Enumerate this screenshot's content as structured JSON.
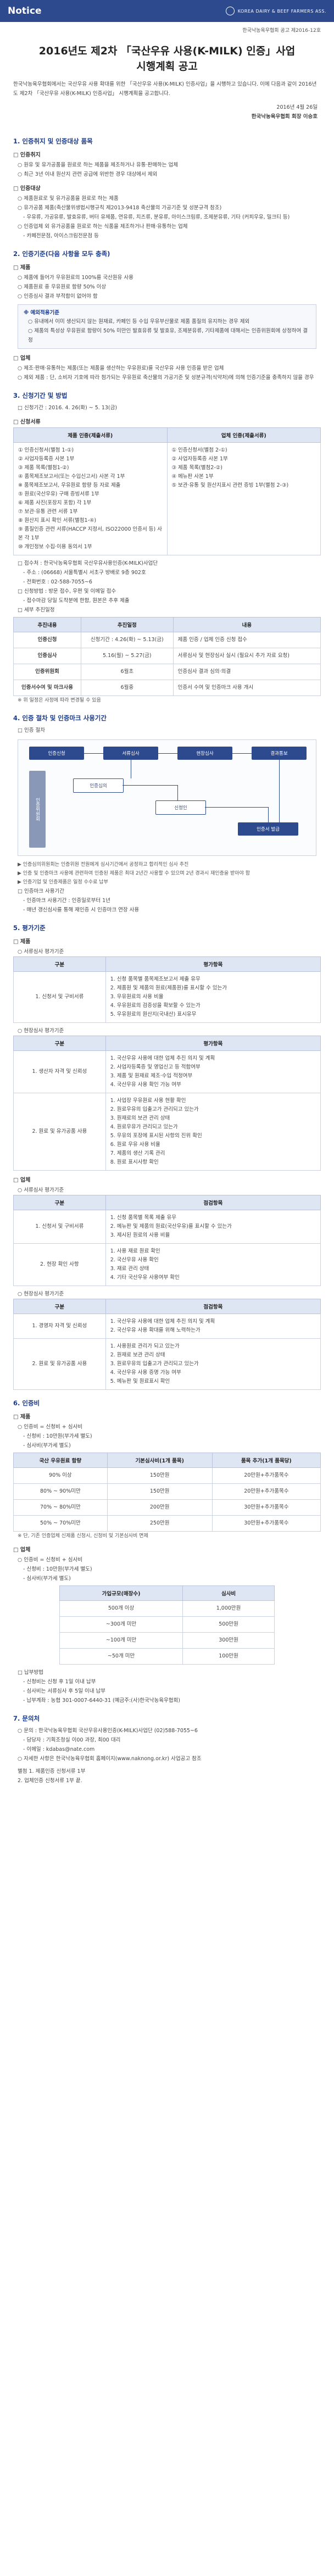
{
  "header": {
    "title": "Notice",
    "brand": "KOREA DAIRY & BEEF FARMERS ASS."
  },
  "meta": {
    "notice_no": "한국낙농육우협회 공고 제2016-12호"
  },
  "title_line1": "2016년도 제2차 「국산우유 사용(K-MILK) 인증」사업",
  "title_line2": "시행계획 공고",
  "intro": "한국낙농육우협회에서는 국산우유 사용 확대를 위한 「국산우유 사용(K-MILK) 인증사업」을 시행하고 있습니다. 이에 다음과 같이 2016년도 제2차 「국산우유 사용(K-MILK) 인증사업」 시행계획을 공고합니다.",
  "sign_date": "2016년 4월 26일",
  "sign_org": "한국낙농육우협회 회장 이승호",
  "s1": {
    "h": "1. 인증취지 및 인증대상 품목",
    "purpose_h": "□ 인증취지",
    "purpose": [
      "○ 원유 및 유가공품을 원료로 하는 제품을 제조하거나 유통·판매하는 업체",
      "○ 최근 3년 이내 원산지 관련 공급에 위반한 경우 대상에서 제외"
    ],
    "target_h": "□ 인증대상",
    "target": [
      "○ 제품원료로 및 유가공품을 원료로 하는 제품",
      "○ 유가공품 제품(축산물위생법시행규칙 제2013-9418 축산물의 가공기준 및 성분규격 참조)",
      "  - 우유류, 가공유류, 발효유류, 버터 유제품, 연유류, 치즈류, 분유류, 아이스크림류, 조제분유류, 기타 (커피우유, 밀크티 등)",
      "○ 인증업체 외 유가공품을 원료로 하는 식품을 제조하거나 판매·유통하는 업체",
      "  - 카페전문점, 아이스크림전문점 등"
    ]
  },
  "s2": {
    "h": "2. 인증기준(다음 사항을 모두 충족)",
    "product_h": "□ 제품",
    "product": [
      "○ 제품에 들어가 우유원료의 100%를 국산원유 사용",
      "○ 제품원료 중 우유원료 함량 50% 이상",
      "○ 인증심사 결과 부적합이 없어야 함"
    ],
    "box_title": "※ 예외적용기준",
    "box": [
      "○ 유내에서 이미 생산되지 않는 원재료, 카페인 등 수입 우유부산물로 제품 품질의 유지하는 경우 제외",
      "○ 제품의 특성상 우유원료 함량이 50% 미만인 발효유류 및 발효유, 조제분유류, 기타제품에 대해서는 인증위원회에 상정하여 결정"
    ],
    "biz_h": "□ 업체",
    "biz": [
      "○ 제조·판매·유통하는 제품(또는 제품을 생산하는 우유원료)를 국산우유 사용 인증을 받은 업체",
      "○ 제외 제품 : 단, 소비자 기호에 따라 첨가되는 우유원료 축산물의 가공기준 및 성분규격(식약처)에 의해 인증기준을 충족하지 않을 경우"
    ]
  },
  "s3": {
    "h": "3. 신청기간 및 방법",
    "period": "□ 신청기간 : 2016. 4. 26(화) ~ 5. 13(금)",
    "docs_h": "□ 신청서류",
    "col1": "제품 인증(제출서류)",
    "col2": "업체 인증(제출서류)",
    "col1_items": [
      "① 인증신청서(별첨 1-①)",
      "② 사업자등록증 사본 1부",
      "③ 제품 목록(별첨1-②)",
      "④ 품목제조보고서(또는 수입신고서) 사본 각 1부",
      "  ※ 품목제조보고서, 우유원료 함량 등 자료 제출",
      "⑤ 원료(국산우유) 구매 증빙서류 1부",
      "⑥ 제품 사진(포장지 포함) 각 1부",
      "⑦ 보관·유통 관련 서류 1부",
      "⑧ 원산지 표시 확인 서류(별첨1-④)",
      "⑨ 품질인증 관련 서류(HACCP 지정서, ISO22000 인증서 등) 사본 각 1부",
      "⑩ 개인정보 수집·이용 동의서 1부"
    ],
    "col2_items": [
      "① 인증신청서(별첨 2-①)",
      "② 사업자등록증 사본 1부",
      "③ 제품 목록(별첨2-②)",
      "④ 메뉴판 사본 1부",
      "⑤ 보관·유통 및 원산지표시 관련 증빙 1부(별첨 2-③)"
    ],
    "receipt": [
      "□ 접수처 : 한국낙농육우협회 국산우유사용인증(K-MILK)사업단",
      "  - 주소 : (06668) 서울특별시 서초구 방배로 9층 902호",
      "  - 전화번호 : 02-588-7055~6",
      "□ 신청방법 : 방문 접수, 우편 및 이메일 접수",
      "  - 접수마감 당일 도착분에 한함, 원본은 추후 제출",
      "□ 세부 추진일정"
    ],
    "tbl_h": [
      "추진내용",
      "추진일정",
      "내용"
    ],
    "tbl": [
      {
        "a": "인증신청",
        "b": "신청기간 : 4.26(화) ~ 5.13(금)",
        "c": "제품 인증 / 업체 인증 신청 접수"
      },
      {
        "a": "인증심사",
        "b": "5.16(월) ~ 5.27(금)",
        "c": "서류심사 및 현장심사 실시 (필요시 추가 자료 요청)"
      },
      {
        "a": "인증위원회",
        "b": "6월초",
        "c": "인증심사 결과 심의·의결"
      },
      {
        "a": "인증서수여 및 마크사용",
        "b": "6월중",
        "c": "인증서 수여 및 인증마크 사용 개시"
      }
    ],
    "tbl_note": "※ 위 일정은 사정에 따라 변경될 수 있음"
  },
  "s4": {
    "h": "4. 인증 절차 및 인증마크 사용기간",
    "flow_sub": "□ 인증 절차",
    "flow": {
      "top": [
        "인증신청",
        "서류심사",
        "현장심사",
        "결과통보"
      ],
      "side": "인증위원회",
      "mid": [
        "인증심의",
        "신청인",
        "인증서 발급"
      ]
    },
    "notes": [
      "▶ 인증심의위원회는 인증위원 전원에게 심사기간에서 공정하고 합리적인 심사 추진",
      "▶ 인증 및 인증마크 사용에 관련하여 인증된 제품은 최대 2년간 사용할 수 있으며 2년 경과시 재인증을 받아야 함",
      "▶ 인증기업 및 인증제품은 일정 수수료 납부",
      "□ 인증마크 사용기간",
      "  - 인증마크 사용기간 : 인증일로부터 1년",
      "  - 매년 갱신심사를 통해 재인증 시 인증마크 연장 사용"
    ]
  },
  "s5": {
    "h": "5. 평가기준",
    "product_sub": "□ 제품",
    "p_eval": "○ 서류심사 평가기준",
    "t1_h": [
      "구분",
      "평가항목"
    ],
    "t1_row": "1. 신청서 및 구비서류",
    "t1_items": [
      "1. 신청 품목별 품목제조보고서 제출 유무",
      "2. 제품원 및 제품의 원료(제품원)를 표시할 수 있는가",
      "3. 우유원료의 사용 비율",
      "4. 우유원료의 검증성을 확보할 수 있는가",
      "5. 우유원료의 원산지(국내산) 표시유무"
    ],
    "field_sub": "○ 현장심사 평가기준",
    "t2_rowA": "1. 생산자 자격 및 신뢰성",
    "t2_itemsA": [
      "1. 국산우유 사용에 대한 업체 추진 의지 및 계획",
      "2. 사업자등록증 및 영업신고 등 적합여부",
      "3. 제품 및 원재료 제조·수입 적정여부",
      "4. 국산우유 사용 확인 가능 여부"
    ],
    "t2_rowB": "2. 원료 및 유가공품 사용",
    "t2_itemsB": [
      "1. 사업장 우유원료 사용 현황 확인",
      "2. 원료우유의 입출고가 관리되고 있는가",
      "3. 원재료의 보관 관리 상태",
      "4. 원료우유가 관리되고 있는가",
      "5. 우유의 포장에 표시된 사항의 진위 확인",
      "6. 원료 우유 사용 비율",
      "7. 제품의 생산 기록 관리",
      "8. 원료 표시사항 확인"
    ],
    "biz_sub": "□ 업체",
    "b_eval": "○ 서류심사 평가기준",
    "t3_h": [
      "구분",
      "점검항목"
    ],
    "t3_rowA": "1. 신청서 및 구비서류",
    "t3_itemsA": [
      "1. 신청 품목별 목록 제출 유무",
      "2. 메뉴판 및 제품의 원료(국산우유)를 표시할 수 있는가",
      "3. 제시된 원료의 사용 비율"
    ],
    "t3_rowB": "2. 현장 확인 사항",
    "t3_itemsB": [
      "1. 사용 재료 원료 확인",
      "2. 국산우유 사용 확인",
      "3. 재료 관리 상태",
      "4. 기타 국산우유 사용여부 확인"
    ],
    "bfield": "○ 현장심사 평가기준",
    "t4_rowA": "1. 경영자 자격 및 신뢰성",
    "t4_itemsA": [
      "1. 국산우유 사용에 대한 업체 추진 의지 및 계획",
      "2. 국산우유 사용 확대를 위해 노력하는가"
    ],
    "t4_rowB": "2. 원료 및 유가공품 사용",
    "t4_itemsB": [
      "1. 사용원료 관리가 되고 있는가",
      "2. 원재료 보관 관리 상태",
      "3. 원료우유의 입출고가 관리되고 있는가",
      "4. 국산우유 사용 증명 가능 여부",
      "5. 메뉴판 및 원료표시 확인"
    ]
  },
  "s6": {
    "h": "6. 인증비",
    "product_sub": "□ 제품",
    "p_lines": [
      "○ 인증비 = 신청비 + 심사비",
      "  - 신청비 : 10만원(부가세 별도)",
      "  - 심사비(부가세 별도)"
    ],
    "t5_h": [
      "국산 우유원료 함량",
      "기본심사비(1개 품목)",
      "품목 추가(1개 품목당)"
    ],
    "t5": [
      [
        "90% 이상",
        "150만원",
        "20만원+추가품목수"
      ],
      [
        "80% ~ 90%미만",
        "150만원",
        "20만원+추가품목수"
      ],
      [
        "70% ~ 80%미만",
        "200만원",
        "30만원+추가품목수"
      ],
      [
        "50% ~ 70%미만",
        "250만원",
        "30만원+추가품목수"
      ]
    ],
    "t5_note": "※ 단, 기존 인증업체 신제품 신청시, 신청비 및 기본심사비 면제",
    "biz_sub": "□ 업체",
    "b_lines": [
      "○ 인증비 = 신청비 + 심사비",
      "  - 신청비 : 10만원(부가세 별도)",
      "  - 심사비(부가세 별도)"
    ],
    "t6_h": [
      "가입규모(매장수)",
      "심사비"
    ],
    "t6": [
      [
        "500개 이상",
        "1,000만원"
      ],
      [
        "~300개 미만",
        "500만원"
      ],
      [
        "~100개 미만",
        "300만원"
      ],
      [
        "~50개 미만",
        "100만원"
      ]
    ],
    "pay": [
      "□ 납부방법",
      "  - 신청비는 신청 후 1일 이내 납부",
      "  - 심사비는 서류심사 후 5일 이내 납부",
      "  - 납부계좌 : 농협 301-0007-6440-31 (예금주:(사)한국낙농육우협회)"
    ]
  },
  "s7": {
    "h": "7. 문의처",
    "lines": [
      "○ 문의 : 한국낙농육우협회 국산우유사용인증(K-MILK)사업단 (02)588-7055~6",
      "  - 담당자 : 기획조정실 이00 과장, 최00 대리",
      "  - 이메일 : kdabas@nate.com",
      "○ 자세한 사항은 한국낙농육우협회 홈페이지(www.naknong.or.kr) 사업공고 참조"
    ],
    "attach": [
      "별첨 1. 제품인증 신청서류 1부",
      "      2. 업체인증 신청서류 1부  끝."
    ]
  }
}
